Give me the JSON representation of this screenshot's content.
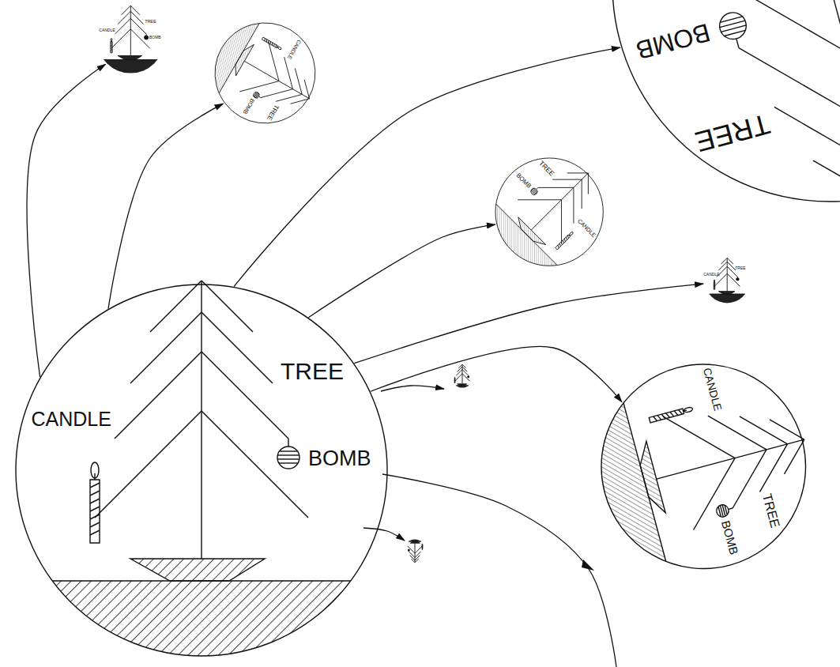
{
  "diagram": {
    "nodes": [
      {
        "text": [
          "CANDLE",
          "TREE",
          "BOMB"
        ]
      },
      {
        "text": [
          "CANDLE",
          "TREE",
          "BOMB"
        ]
      },
      {
        "text": [
          "CANDLE",
          "TREE",
          "BOMB"
        ]
      },
      {
        "text": [
          "BOMB",
          "TREE"
        ]
      },
      {
        "text": [
          "BOMB",
          "TREE",
          "CANDLE"
        ]
      },
      {
        "text": [
          "CANDLE",
          "TREE"
        ]
      },
      {
        "text": [
          "CANDLE",
          "TREE",
          "BOMB"
        ]
      }
    ],
    "edges": [
      {
        "from": 0,
        "to": 1,
        "arrow": "to"
      },
      {
        "from": 0,
        "to": 2,
        "arrow": "to"
      },
      {
        "from": 0,
        "to": 3,
        "arrow": "to"
      },
      {
        "from": 0,
        "to": 4,
        "arrow": "to"
      },
      {
        "from": 0,
        "to": 5,
        "arrow": "to"
      },
      {
        "from": 0,
        "to": 6,
        "arrow": "to"
      }
    ]
  }
}
